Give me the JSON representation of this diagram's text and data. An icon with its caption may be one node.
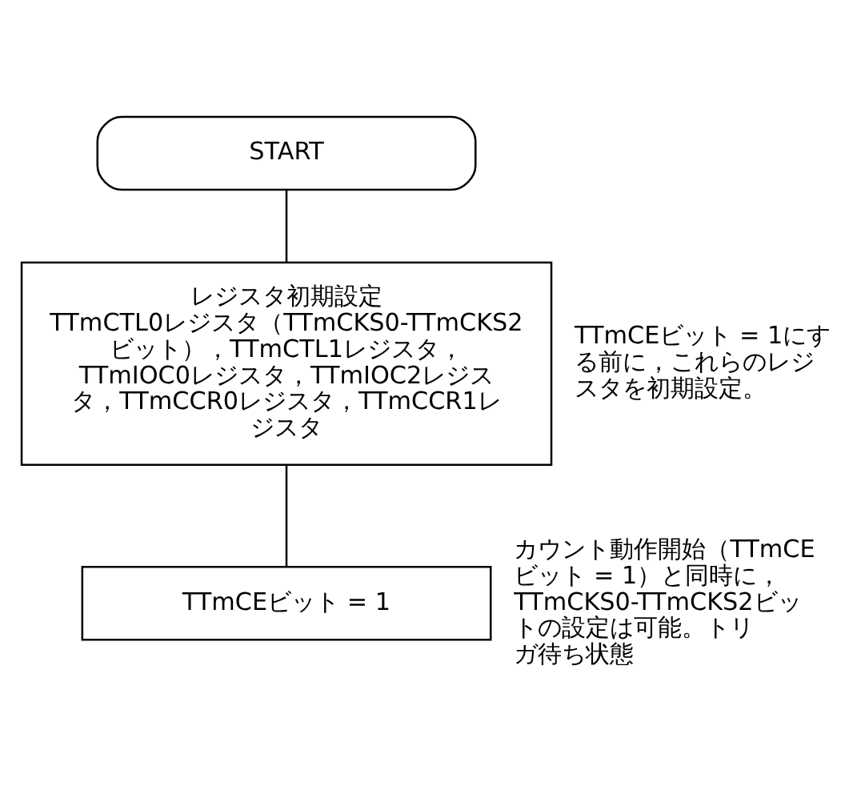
{
  "diagram": {
    "nodes": [
      {
        "text": [
          "START"
        ]
      },
      {
        "text": [
          "レジスタ初期設定",
          "TTmCTL0レジスタ（TTmCKS0-TTmCKS2ビット），TTmCTL1レジスタ，TTmIOC0レジスタ，TTmIOC2レジスタ，TTmCCR0レジスタ，TTmCCR1レジスタ"
        ],
        "beside": [
          "TTmCEビット = 1にする前に，これらのレジスタを初期設定。"
        ]
      },
      {
        "text": [
          "TTmCEビット = 1"
        ],
        "beside": [
          "カウント動作開始（TTmCEビット = 1）と同時に，TTmCKS0-TTmCKS2ビットの設定は可能。トリガ待ち状態"
        ]
      }
    ],
    "edges": [
      {
        "from": 0,
        "to": 1,
        "arrow": "none"
      },
      {
        "from": 1,
        "to": 2,
        "arrow": "none"
      }
    ]
  }
}
